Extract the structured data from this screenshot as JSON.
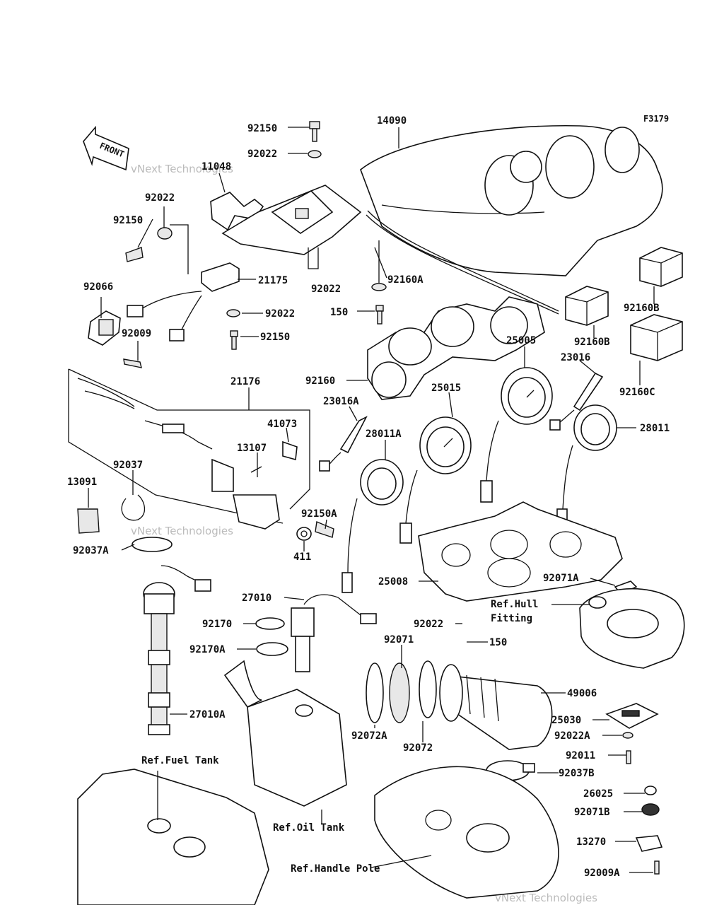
{
  "diagram_code": "F3179",
  "front_label": "FRONT",
  "watermark": "vNext Technologies",
  "parts": {
    "p92150_top": "92150",
    "p14090": "14090",
    "p92022_top": "92022",
    "p11048": "11048",
    "p92022_left": "92022",
    "p92150_left": "92150",
    "p92066": "92066",
    "p21175": "21175",
    "p92022_mid": "92022",
    "p92009": "92009",
    "p92150_mid": "92150",
    "p92022_b": "92022",
    "p92160A": "92160A",
    "p150_top": "150",
    "p92160B_1": "92160B",
    "p92160B_2": "92160B",
    "p25005": "25005",
    "p23016": "23016",
    "p92160": "92160",
    "p92160C": "92160C",
    "p21176": "21176",
    "p25015": "25015",
    "p23016A": "23016A",
    "p41073": "41073",
    "p28011": "28011",
    "p13107": "13107",
    "p28011A": "28011A",
    "p92037": "92037",
    "p13091": "13091",
    "p92150A": "92150A",
    "p92037A": "92037A",
    "p411": "411",
    "p25008": "25008",
    "p92071A": "92071A",
    "p27010": "27010",
    "p92170": "92170",
    "p92022_c": "92022",
    "p92071": "92071",
    "p150_b": "150",
    "p92170A": "92170A",
    "p49006": "49006",
    "p27010A": "27010A",
    "p25030": "25030",
    "p92072A": "92072A",
    "p92072": "92072",
    "p92022A": "92022A",
    "p92011": "92011",
    "p92037B": "92037B",
    "p26025": "26025",
    "p92071B": "92071B",
    "p13270": "13270",
    "p92009A": "92009A"
  },
  "refs": {
    "hull_line1": "Ref.Hull",
    "hull_line2": "Fitting",
    "fuel_tank": "Ref.Fuel Tank",
    "oil_tank": "Ref.Oil Tank",
    "handle_pole": "Ref.Handle Pole"
  }
}
